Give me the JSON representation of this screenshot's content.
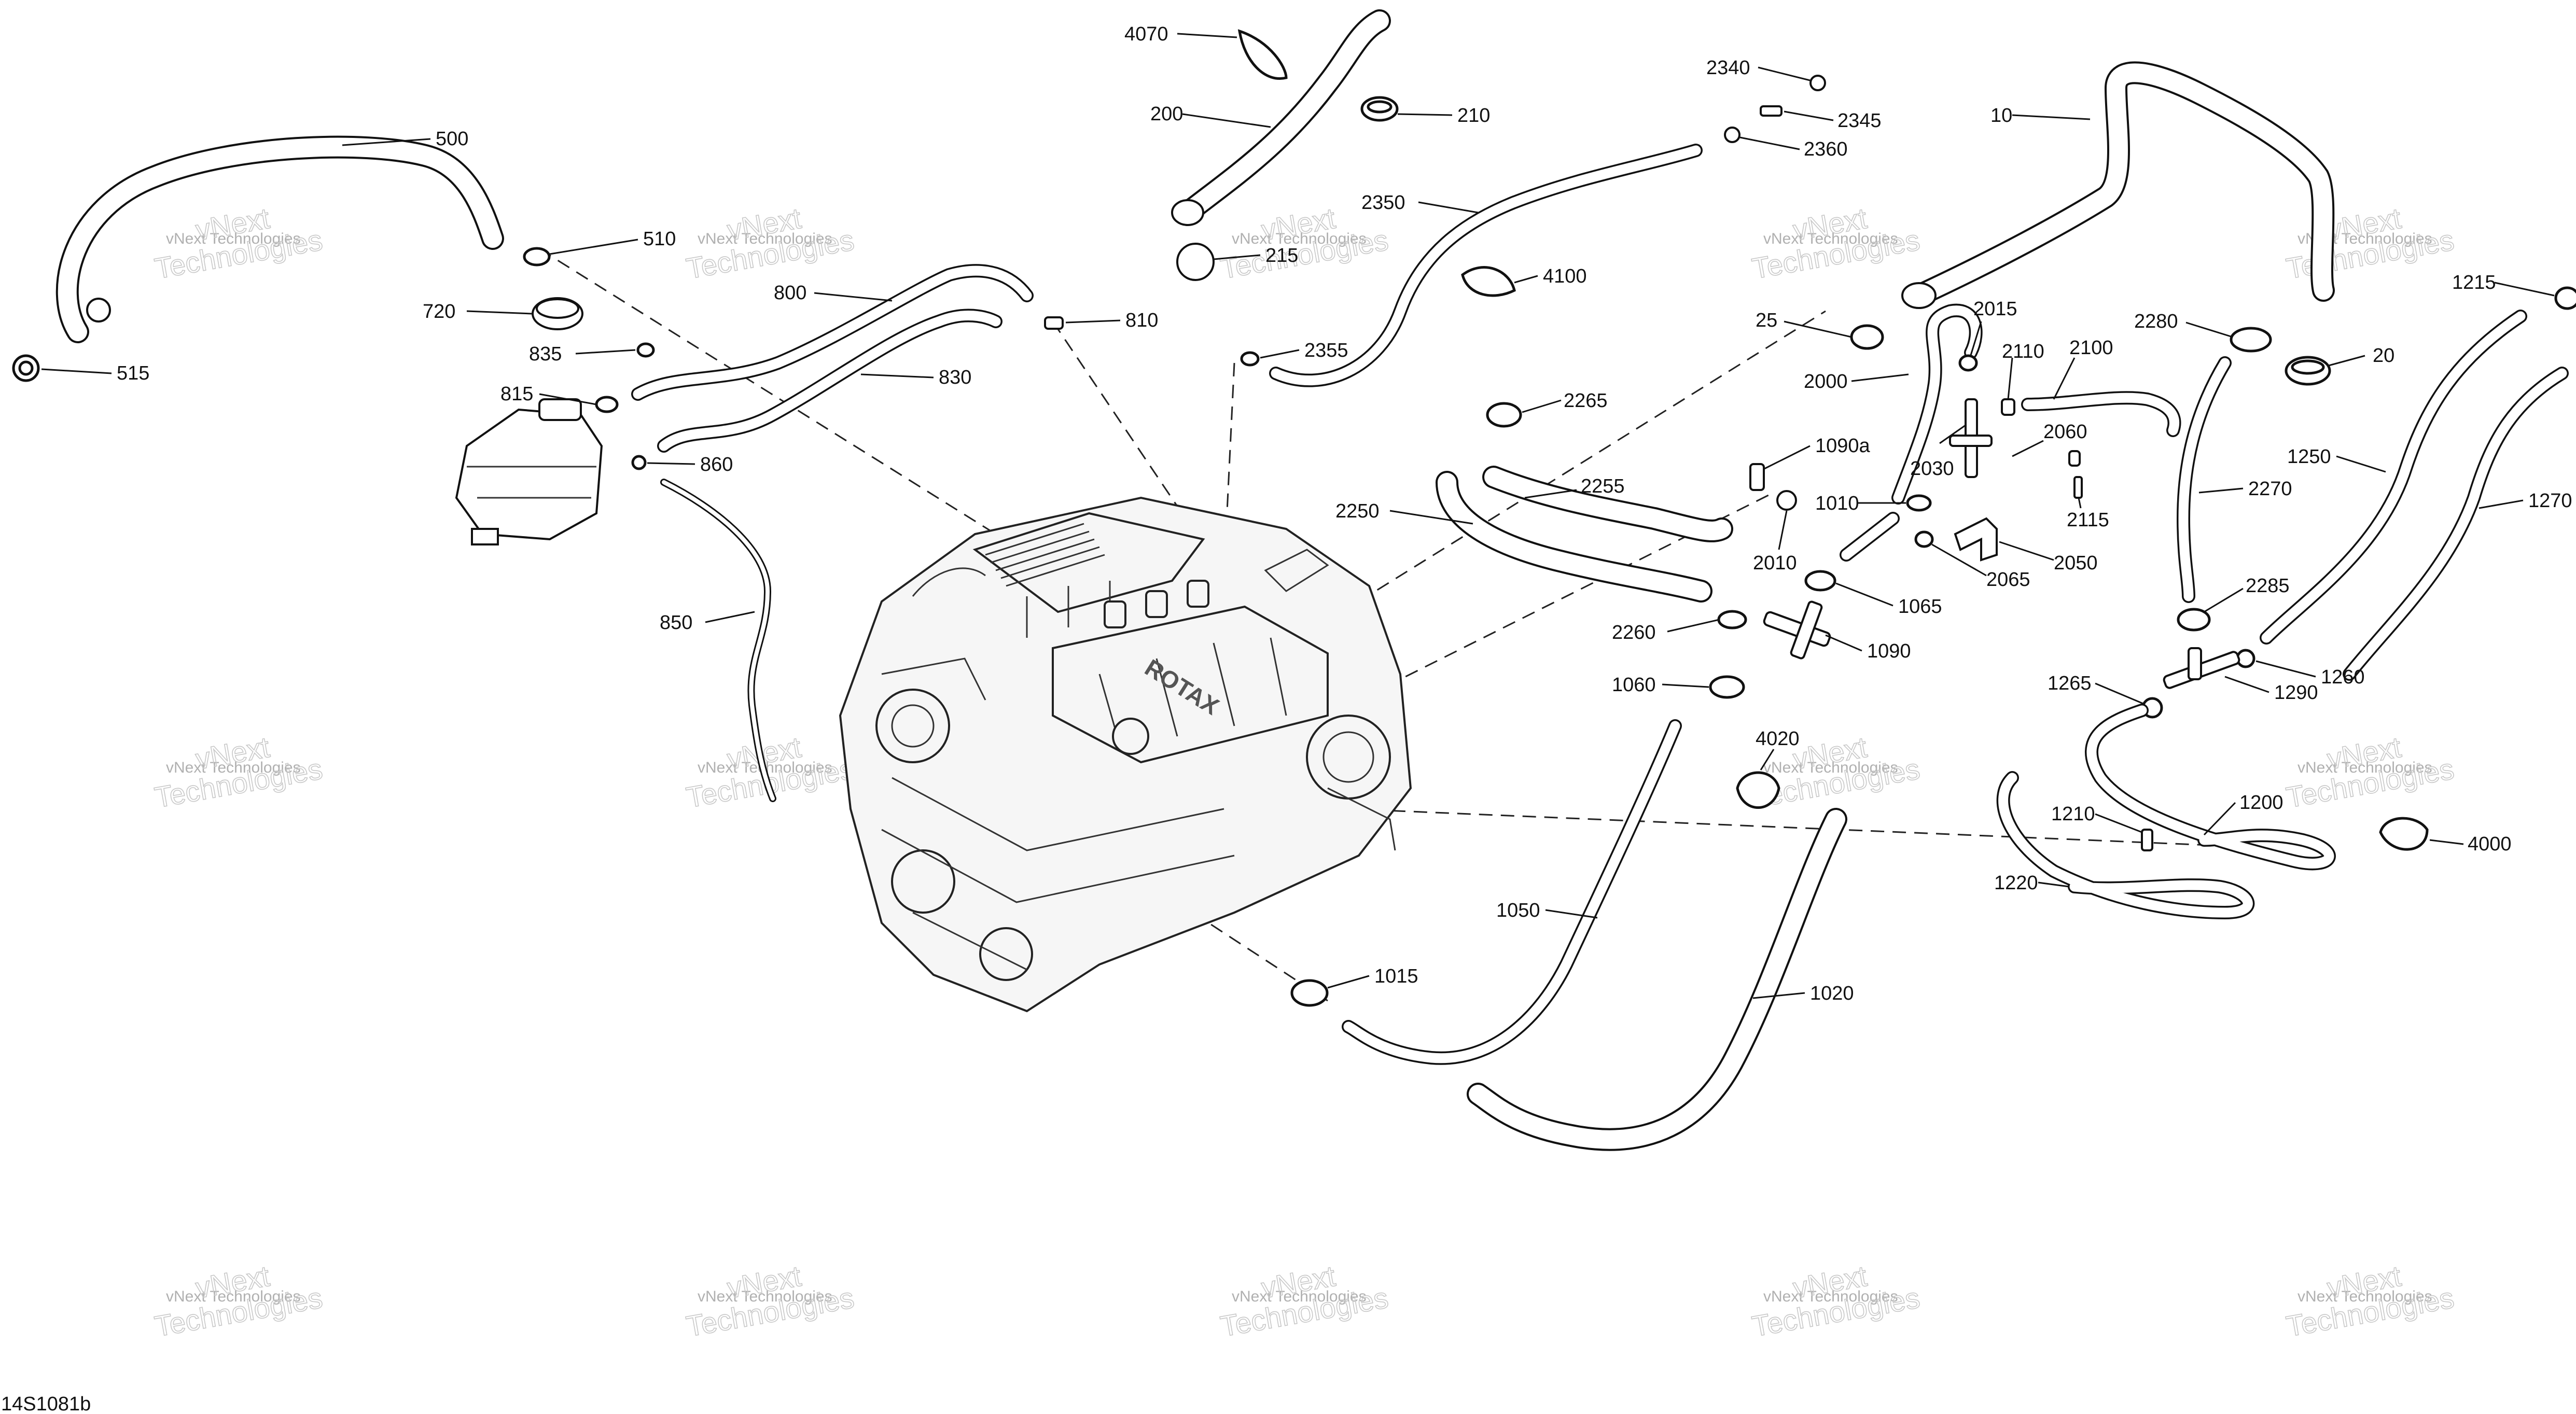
{
  "drawing_reference": "14S1081b",
  "watermark": {
    "line1": "vNext",
    "line2": "Technologies",
    "full": "vNext Technologies"
  },
  "engine": {
    "brand_mark": "ROTAX"
  },
  "callouts": [
    {
      "id": "c10",
      "label": "10"
    },
    {
      "id": "c20",
      "label": "20"
    },
    {
      "id": "c25",
      "label": "25"
    },
    {
      "id": "c200",
      "label": "200"
    },
    {
      "id": "c210",
      "label": "210"
    },
    {
      "id": "c215",
      "label": "215"
    },
    {
      "id": "c500",
      "label": "500"
    },
    {
      "id": "c510",
      "label": "510"
    },
    {
      "id": "c515",
      "label": "515"
    },
    {
      "id": "c720",
      "label": "720"
    },
    {
      "id": "c800",
      "label": "800"
    },
    {
      "id": "c810",
      "label": "810"
    },
    {
      "id": "c815",
      "label": "815"
    },
    {
      "id": "c830",
      "label": "830"
    },
    {
      "id": "c835",
      "label": "835"
    },
    {
      "id": "c850",
      "label": "850"
    },
    {
      "id": "c860",
      "label": "860"
    },
    {
      "id": "c1010",
      "label": "1010"
    },
    {
      "id": "c1015",
      "label": "1015"
    },
    {
      "id": "c1020",
      "label": "1020"
    },
    {
      "id": "c1050",
      "label": "1050"
    },
    {
      "id": "c1060",
      "label": "1060"
    },
    {
      "id": "c1065",
      "label": "1065"
    },
    {
      "id": "c1090",
      "label": "1090"
    },
    {
      "id": "c1090a",
      "label": "1090a"
    },
    {
      "id": "c1200",
      "label": "1200"
    },
    {
      "id": "c1210",
      "label": "1210"
    },
    {
      "id": "c1215",
      "label": "1215"
    },
    {
      "id": "c1220",
      "label": "1220"
    },
    {
      "id": "c1250",
      "label": "1250"
    },
    {
      "id": "c1260",
      "label": "1260"
    },
    {
      "id": "c1265",
      "label": "1265"
    },
    {
      "id": "c1270",
      "label": "1270"
    },
    {
      "id": "c1290",
      "label": "1290"
    },
    {
      "id": "c2000",
      "label": "2000"
    },
    {
      "id": "c2010",
      "label": "2010"
    },
    {
      "id": "c2015",
      "label": "2015"
    },
    {
      "id": "c2030",
      "label": "2030"
    },
    {
      "id": "c2050",
      "label": "2050"
    },
    {
      "id": "c2060",
      "label": "2060"
    },
    {
      "id": "c2065",
      "label": "2065"
    },
    {
      "id": "c2100",
      "label": "2100"
    },
    {
      "id": "c2110",
      "label": "2110"
    },
    {
      "id": "c2115",
      "label": "2115"
    },
    {
      "id": "c2250",
      "label": "2250"
    },
    {
      "id": "c2255",
      "label": "2255"
    },
    {
      "id": "c2260",
      "label": "2260"
    },
    {
      "id": "c2265",
      "label": "2265"
    },
    {
      "id": "c2270",
      "label": "2270"
    },
    {
      "id": "c2280",
      "label": "2280"
    },
    {
      "id": "c2285",
      "label": "2285"
    },
    {
      "id": "c2340",
      "label": "2340"
    },
    {
      "id": "c2345",
      "label": "2345"
    },
    {
      "id": "c2350",
      "label": "2350"
    },
    {
      "id": "c2355",
      "label": "2355"
    },
    {
      "id": "c2360",
      "label": "2360"
    },
    {
      "id": "c4000",
      "label": "4000"
    },
    {
      "id": "c4020",
      "label": "4020"
    },
    {
      "id": "c4070",
      "label": "4070"
    },
    {
      "id": "c4100",
      "label": "4100"
    }
  ]
}
